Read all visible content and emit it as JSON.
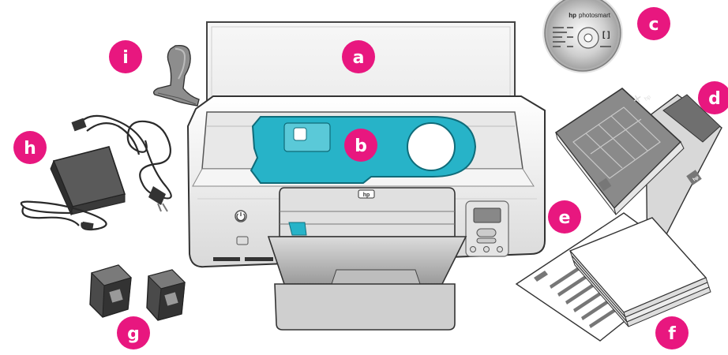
{
  "callouts": {
    "a": "a",
    "b": "b",
    "c": "c",
    "d": "d",
    "e": "e",
    "f": "f",
    "g": "g",
    "h": "h",
    "i": "i"
  },
  "cd_label": {
    "brand": "hp",
    "product": "photosmart"
  },
  "printer_logo": "hp",
  "booklet_logo": "hp",
  "colors": {
    "callout": "#e8177f",
    "cyan_part": "#27b3c8",
    "printer_body": "#f2f2f2",
    "outline": "#333333"
  }
}
